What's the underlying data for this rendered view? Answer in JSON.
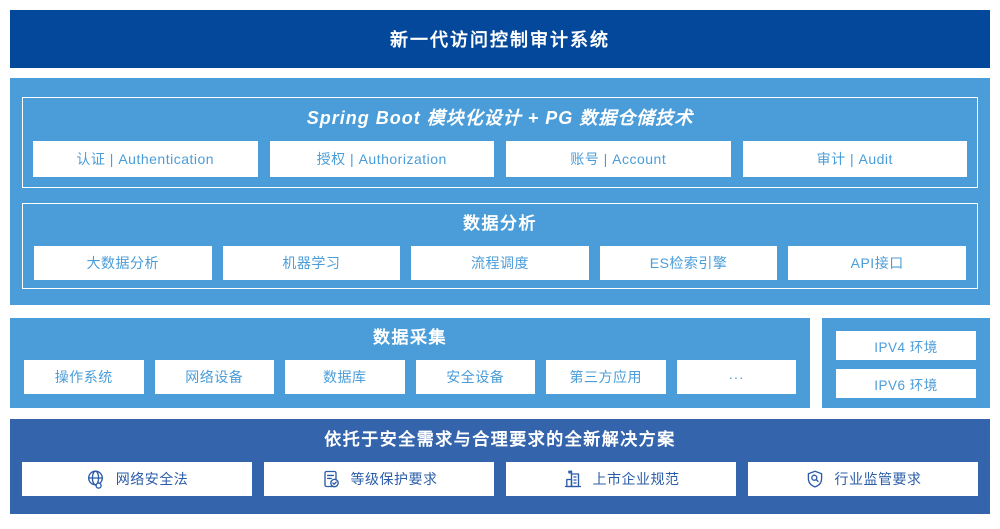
{
  "colors": {
    "banner_bg": "#04489b",
    "layer_bg": "#4a9dd9",
    "solution_bg": "#3464ab",
    "box_label_light": "#4a9dd9",
    "box_label_dark": "#2b5ca8",
    "box_bg": "#ffffff"
  },
  "banner": {
    "title": "新一代访问控制审计系统"
  },
  "platform": {
    "spring": {
      "title": "Spring Boot 模块化设计 + PG 数据仓储技术",
      "boxes": [
        "认证 | Authentication",
        "授权 | Authorization",
        "账号 | Account",
        "审计 | Audit"
      ]
    },
    "analysis": {
      "title": "数据分析",
      "boxes": [
        "大数据分析",
        "机器学习",
        "流程调度",
        "ES检索引擎",
        "API接口"
      ]
    }
  },
  "collection": {
    "title": "数据采集",
    "boxes": [
      "操作系统",
      "网络设备",
      "数据库",
      "安全设备",
      "第三方应用",
      "···"
    ]
  },
  "network_env": {
    "boxes": [
      "IPV4 环境",
      "IPV6 环境"
    ]
  },
  "solution": {
    "title": "依托于安全需求与合理要求的全新解决方案",
    "boxes": [
      {
        "icon": "globe-icon",
        "label": "网络安全法"
      },
      {
        "icon": "document-check-icon",
        "label": "等级保护要求"
      },
      {
        "icon": "building-icon",
        "label": "上市企业规范"
      },
      {
        "icon": "shield-search-icon",
        "label": "行业监管要求"
      }
    ]
  }
}
